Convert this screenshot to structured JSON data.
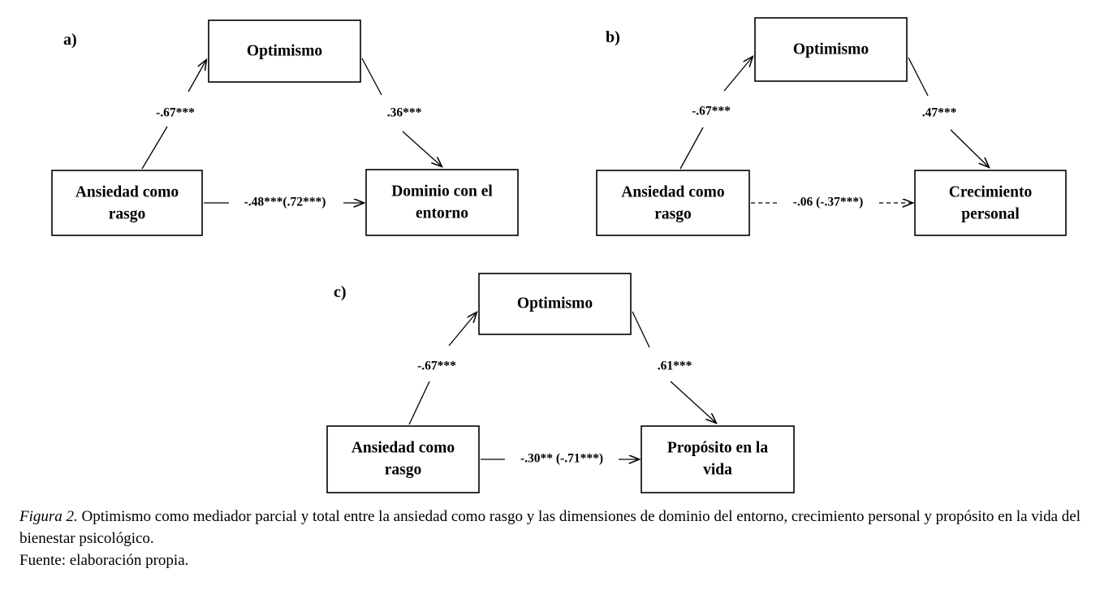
{
  "figure": {
    "caption_label": "Figura 2.",
    "caption_text": " Optimismo como mediador parcial y total entre la ansiedad como rasgo y las dimensiones de dominio del entorno, crecimiento personal y propósito en la vida del bienestar psicológico.",
    "source_text": "Fuente: elaboración propia.",
    "line_color": "#000000",
    "box_fill": "#ffffff",
    "text_color": "#000000"
  },
  "panels": [
    {
      "tag": "a)",
      "mediator": "Optimismo",
      "predictor_line1": "Ansiedad como",
      "predictor_line2": "rasgo",
      "outcome_line1": "Dominio con el",
      "outcome_line2": "entorno",
      "path_a_label": "-.67***",
      "path_b_label": ".36***",
      "path_c_label": "-.48***(.72***)",
      "direct_path_style": "solid"
    },
    {
      "tag": "b)",
      "mediator": "Optimismo",
      "predictor_line1": "Ansiedad como",
      "predictor_line2": "rasgo",
      "outcome_line1": "Crecimiento",
      "outcome_line2": "personal",
      "path_a_label": "-.67***",
      "path_b_label": ".47***",
      "path_c_label": "-.06 (-.37***)",
      "direct_path_style": "dashed"
    },
    {
      "tag": "c)",
      "mediator": "Optimismo",
      "predictor_line1": "Ansiedad como",
      "predictor_line2": "rasgo",
      "outcome_line1": "Propósito en la",
      "outcome_line2": "vida",
      "path_a_label": "-.67***",
      "path_b_label": ".61***",
      "path_c_label": "-.30** (-.71***)",
      "direct_path_style": "solid"
    }
  ],
  "chart_data": {
    "type": "diagram",
    "diagram_kind": "mediation-path-model",
    "title": "Optimismo como mediador parcial y total entre la ansiedad como rasgo y las dimensiones del bienestar psicológico",
    "nodes": [
      "Ansiedad como rasgo",
      "Optimismo",
      "Dominio con el entorno",
      "Crecimiento personal",
      "Propósito en la vida"
    ],
    "models": [
      {
        "panel": "a)",
        "predictor": "Ansiedad como rasgo",
        "mediator": "Optimismo",
        "outcome": "Dominio con el entorno",
        "path_a": "-.67***",
        "path_b": ".36***",
        "path_c_prime": "-.48***",
        "path_c_total": ".72***",
        "direct_significant": true
      },
      {
        "panel": "b)",
        "predictor": "Ansiedad como rasgo",
        "mediator": "Optimismo",
        "outcome": "Crecimiento personal",
        "path_a": "-.67***",
        "path_b": ".47***",
        "path_c_prime": "-.06",
        "path_c_total": "-.37***",
        "direct_significant": false
      },
      {
        "panel": "c)",
        "predictor": "Ansiedad como rasgo",
        "mediator": "Optimismo",
        "outcome": "Propósito en la vida",
        "path_a": "-.67***",
        "path_b": ".61***",
        "path_c_prime": "-.30**",
        "path_c_total": "-.71***",
        "direct_significant": true
      }
    ]
  }
}
